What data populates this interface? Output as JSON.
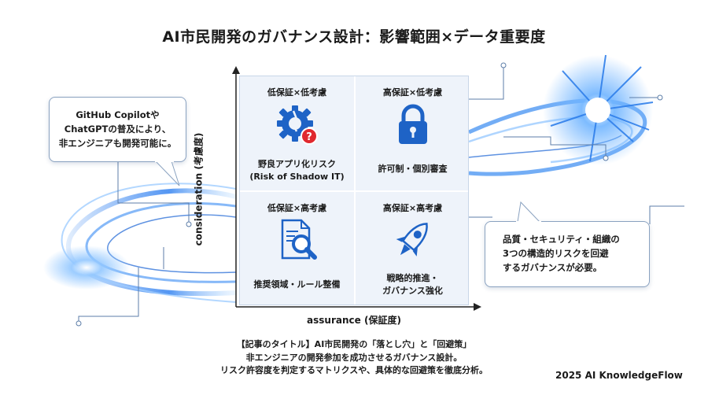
{
  "title": "AI市民開発のガバナンス設計：影響範囲×データ重要度",
  "axes": {
    "y_label": "consideration (考慮度)",
    "x_label": "assurance (保証度)"
  },
  "quadrants": [
    {
      "title": "低保証×低考慮",
      "desc_lines": [
        "野良アプリ化リスク",
        "(Risk of Shadow IT)"
      ],
      "icon": "gear-warning-icon"
    },
    {
      "title": "高保証×低考慮",
      "desc_lines": [
        "許可制・個別審査"
      ],
      "icon": "padlock-icon"
    },
    {
      "title": "低保証×高考慮",
      "desc_lines": [
        "推奨領域・ルール整備"
      ],
      "icon": "document-magnifier-icon"
    },
    {
      "title": "高保証×高考慮",
      "desc_lines": [
        "戦略的推進・",
        "ガバナンス強化"
      ],
      "icon": "rocket-icon"
    }
  ],
  "bubble_left": {
    "lines": [
      "GitHub Copilotや",
      "ChatGPTの普及により、",
      "非エンジニアも開発可能に。"
    ]
  },
  "bubble_right": {
    "lines": [
      "品質・セキュリティ・組織の",
      "3つの構造的リスクを回避",
      "するガバナンスが必要。"
    ]
  },
  "caption": {
    "lines": [
      "【記事のタイトル】AI市民開発の「落とし穴」と「回避策」",
      "非エンジニアの開発参加を成功させるガバナンス設計。",
      "リスク許容度を判定するマトリクスや、具体的な回避策を徹底分析。"
    ]
  },
  "copyright": "2025 AI KnowledgeFlow",
  "colors": {
    "accent": "#1e63c6",
    "accent_light": "#5aa0ff",
    "warning": "#e0282e",
    "matrix_bg": "#eef3fa"
  }
}
